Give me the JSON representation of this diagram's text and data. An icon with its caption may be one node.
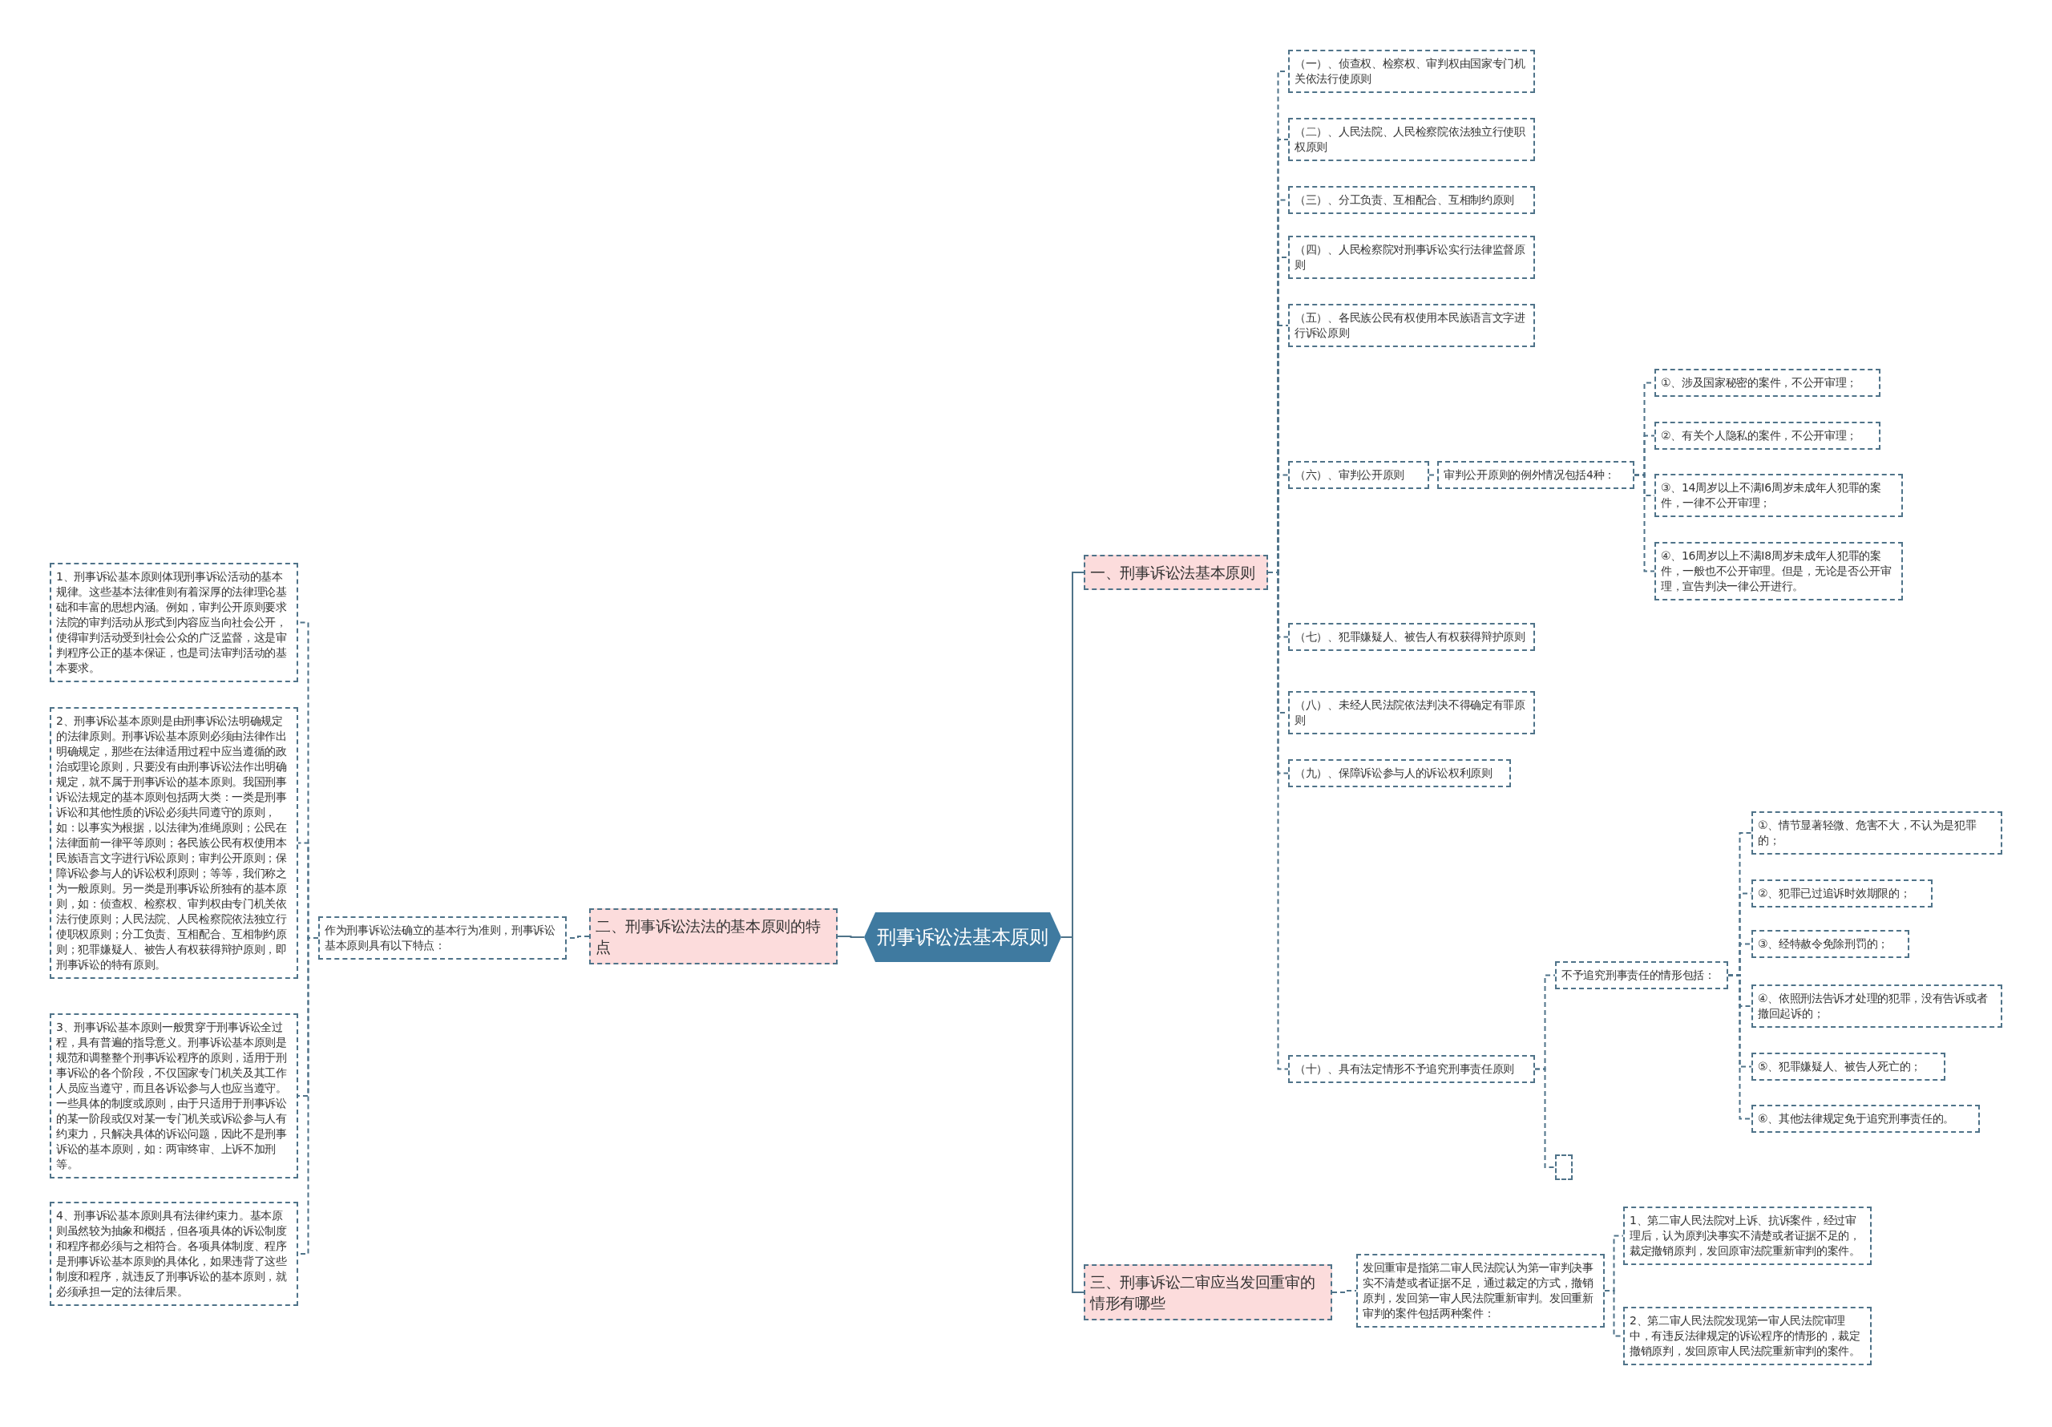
{
  "diagram": {
    "nodes": [
      {
        "text": [
          "刑事诉讼法基本原则"
        ]
      },
      {
        "text": [
          "一、刑事诉讼法基本原则"
        ]
      },
      {
        "text": [
          "（一）、侦查权、检察权、审判权由国家专门机关依法行使原则"
        ]
      },
      {
        "text": [
          "（二）、人民法院、人民检察院依法独立行使职权原则"
        ]
      },
      {
        "text": [
          "（三）、分工负责、互相配合、互相制约原则"
        ]
      },
      {
        "text": [
          "（四）、人民检察院对刑事诉讼实行法律监督原则"
        ]
      },
      {
        "text": [
          "（五）、各民族公民有权使用本民族语言文字进行诉讼原则"
        ]
      },
      {
        "text": [
          "（六）、审判公开原则"
        ]
      },
      {
        "text": [
          "审判公开原则的例外情况包括4种："
        ]
      },
      {
        "text": [
          "①、涉及国家秘密的案件，不公开审理；"
        ]
      },
      {
        "text": [
          "②、有关个人隐私的案件，不公开审理；"
        ]
      },
      {
        "text": [
          "③、14周岁以上不满I6周岁未成年人犯罪的案件，一律不公开审理；"
        ]
      },
      {
        "text": [
          "④、16周岁以上不满I8周岁未成年人犯罪的案件，一般也不公开审理。但是，无论是否公开审理，宣告判决一律公开进行。"
        ]
      },
      {
        "text": [
          "（七）、犯罪嫌疑人、被告人有权获得辩护原则"
        ]
      },
      {
        "text": [
          "（八）、未经人民法院依法判决不得确定有罪原则"
        ]
      },
      {
        "text": [
          "（九）、保障诉讼参与人的诉讼权利原则"
        ]
      },
      {
        "text": [
          "（十）、具有法定情形不予追究刑事责任原则"
        ]
      },
      {
        "text": [
          "不予追究刑事责任的情形包括："
        ]
      },
      {
        "text": [
          "①、情节显著轻微、危害不大，不认为是犯罪的；"
        ]
      },
      {
        "text": [
          "②、犯罪已过追诉时效期限的；"
        ]
      },
      {
        "text": [
          "③、经特赦令免除刑罚的；"
        ]
      },
      {
        "text": [
          "④、依照刑法告诉才处理的犯罪，没有告诉或者撤回起诉的；"
        ]
      },
      {
        "text": [
          "⑤、犯罪嫌疑人、被告人死亡的；"
        ]
      },
      {
        "text": [
          "⑥、其他法律规定免于追究刑事责任的。"
        ]
      },
      {
        "text": [],
        "shape": "box"
      },
      {
        "text": [
          "二、刑事诉讼法法的基本原则的特点"
        ]
      },
      {
        "text": [
          "作为刑事诉讼法确立的基本行为准则，刑事诉讼基本原则具有以下特点："
        ]
      },
      {
        "text": [
          "1、刑事诉讼基本原则体现刑事诉讼活动的基本规律。这些基本法律准则有着深厚的法律理论基础和丰富的思想内涵。例如，审判公开原则要求法院的审判活动从形式到内容应当向社会公开，使得审判活动受到社会公众的广泛监督，这是审判程序公正的基本保证，也是司法审判活动的基本要求。"
        ]
      },
      {
        "text": [
          "2、刑事诉讼基本原则是由刑事诉讼法明确规定的法律原则。刑事诉讼基本原则必须由法律作出明确规定，那些在法律适用过程中应当遵循的政治或理论原则，只要没有由刑事诉讼法作出明确规定，就不属于刑事诉讼的基本原则。我国刑事诉讼法规定的基本原则包括两大类：一类是刑事诉讼和其他性质的诉讼必须共同遵守的原则，如：以事实为根据，以法律为准绳原则；公民在法律面前一律平等原则；各民族公民有权使用本民族语言文字进行诉讼原则；审判公开原则；保障诉讼参与人的诉讼权利原则；等等，我们称之为一般原则。另一类是刑事诉讼所独有的基本原则，如：侦查权、检察权、审判权由专门机关依法行使原则；人民法院、人民检察院依法独立行使职权原则；分工负责、互相配合、互相制约原则；犯罪嫌疑人、被告人有权获得辩护原则，即刑事诉讼的特有原则。"
        ]
      },
      {
        "text": [
          "3、刑事诉讼基本原则一般贯穿于刑事诉讼全过程，具有普遍的指导意义。刑事诉讼基本原则是规范和调整整个刑事诉讼程序的原则，适用于刑事诉讼的各个阶段，不仅国家专门机关及其工作人员应当遵守，而且各诉讼参与人也应当遵守。一些具体的制度或原则，由于只适用于刑事诉讼的某一阶段或仅对某一专门机关或诉讼参与人有约束力，只解决具体的诉讼问题，因此不是刑事诉讼的基本原则，如：两审终审、上诉不加刑等。"
        ]
      },
      {
        "text": [
          "4、刑事诉讼基本原则具有法律约束力。基本原则虽然较为抽象和概括，但各项具体的诉讼制度和程序都必须与之相符合。各项具体制度、程序是刑事诉讼基本原则的具体化，如果违背了这些制度和程序，就违反了刑事诉讼的基本原则，就必须承担一定的法律后果。"
        ]
      },
      {
        "text": [
          "三、刑事诉讼二审应当发回重审的情形有哪些"
        ]
      },
      {
        "text": [
          "发回重审是指第二审人民法院认为第一审判决事实不清楚或者证据不足，通过裁定的方式，撤销原判，发回第一审人民法院重新审判。发回重新审判的案件包括两种案件："
        ]
      },
      {
        "text": [
          "1、第二审人民法院对上诉、抗诉案件，经过审理后，认为原判决事实不清楚或者证据不足的，裁定撤销原判，发回原审法院重新审判的案件。"
        ]
      },
      {
        "text": [
          "2、第二审人民法院发现第一审人民法院审理中，有违反法律规定的诉讼程序的情形的，裁定撤销原判，发回原审人民法院重新审判的案件。"
        ]
      }
    ],
    "edges": [
      {
        "from": 0,
        "to": 1,
        "arrow": "none"
      },
      {
        "from": 1,
        "to": 2,
        "arrow": "none",
        "style": "dashed"
      },
      {
        "from": 1,
        "to": 3,
        "arrow": "none",
        "style": "dashed"
      },
      {
        "from": 1,
        "to": 4,
        "arrow": "none",
        "style": "dashed"
      },
      {
        "from": 1,
        "to": 5,
        "arrow": "none",
        "style": "dashed"
      },
      {
        "from": 1,
        "to": 6,
        "arrow": "none",
        "style": "dashed"
      },
      {
        "from": 1,
        "to": 7,
        "arrow": "none",
        "style": "dashed"
      },
      {
        "from": 7,
        "to": 8,
        "arrow": "none",
        "style": "dashed"
      },
      {
        "from": 8,
        "to": 9,
        "arrow": "none",
        "style": "dashed"
      },
      {
        "from": 8,
        "to": 10,
        "arrow": "none",
        "style": "dashed"
      },
      {
        "from": 8,
        "to": 11,
        "arrow": "none",
        "style": "dashed"
      },
      {
        "from": 8,
        "to": 12,
        "arrow": "none",
        "style": "dashed"
      },
      {
        "from": 1,
        "to": 13,
        "arrow": "none",
        "style": "dashed"
      },
      {
        "from": 1,
        "to": 14,
        "arrow": "none",
        "style": "dashed"
      },
      {
        "from": 1,
        "to": 15,
        "arrow": "none",
        "style": "dashed"
      },
      {
        "from": 1,
        "to": 16,
        "arrow": "none",
        "style": "dashed"
      },
      {
        "from": 16,
        "to": 17,
        "arrow": "none",
        "style": "dashed"
      },
      {
        "from": 17,
        "to": 18,
        "arrow": "none",
        "style": "dashed"
      },
      {
        "from": 17,
        "to": 19,
        "arrow": "none",
        "style": "dashed"
      },
      {
        "from": 17,
        "to": 20,
        "arrow": "none",
        "style": "dashed"
      },
      {
        "from": 17,
        "to": 21,
        "arrow": "none",
        "style": "dashed"
      },
      {
        "from": 17,
        "to": 22,
        "arrow": "none",
        "style": "dashed"
      },
      {
        "from": 17,
        "to": 23,
        "arrow": "none",
        "style": "dashed"
      },
      {
        "from": 16,
        "to": 24,
        "arrow": "none",
        "style": "dashed"
      },
      {
        "from": 0,
        "to": 25,
        "arrow": "none"
      },
      {
        "from": 25,
        "to": 26,
        "arrow": "none",
        "style": "dashed"
      },
      {
        "from": 26,
        "to": 27,
        "arrow": "none",
        "style": "dashed"
      },
      {
        "from": 26,
        "to": 28,
        "arrow": "none",
        "style": "dashed"
      },
      {
        "from": 26,
        "to": 29,
        "arrow": "none",
        "style": "dashed"
      },
      {
        "from": 26,
        "to": 30,
        "arrow": "none",
        "style": "dashed"
      },
      {
        "from": 0,
        "to": 31,
        "arrow": "none"
      },
      {
        "from": 31,
        "to": 32,
        "arrow": "none",
        "style": "dashed"
      },
      {
        "from": 32,
        "to": 33,
        "arrow": "none",
        "style": "dashed"
      },
      {
        "from": 32,
        "to": 34,
        "arrow": "none",
        "style": "dashed"
      }
    ]
  }
}
